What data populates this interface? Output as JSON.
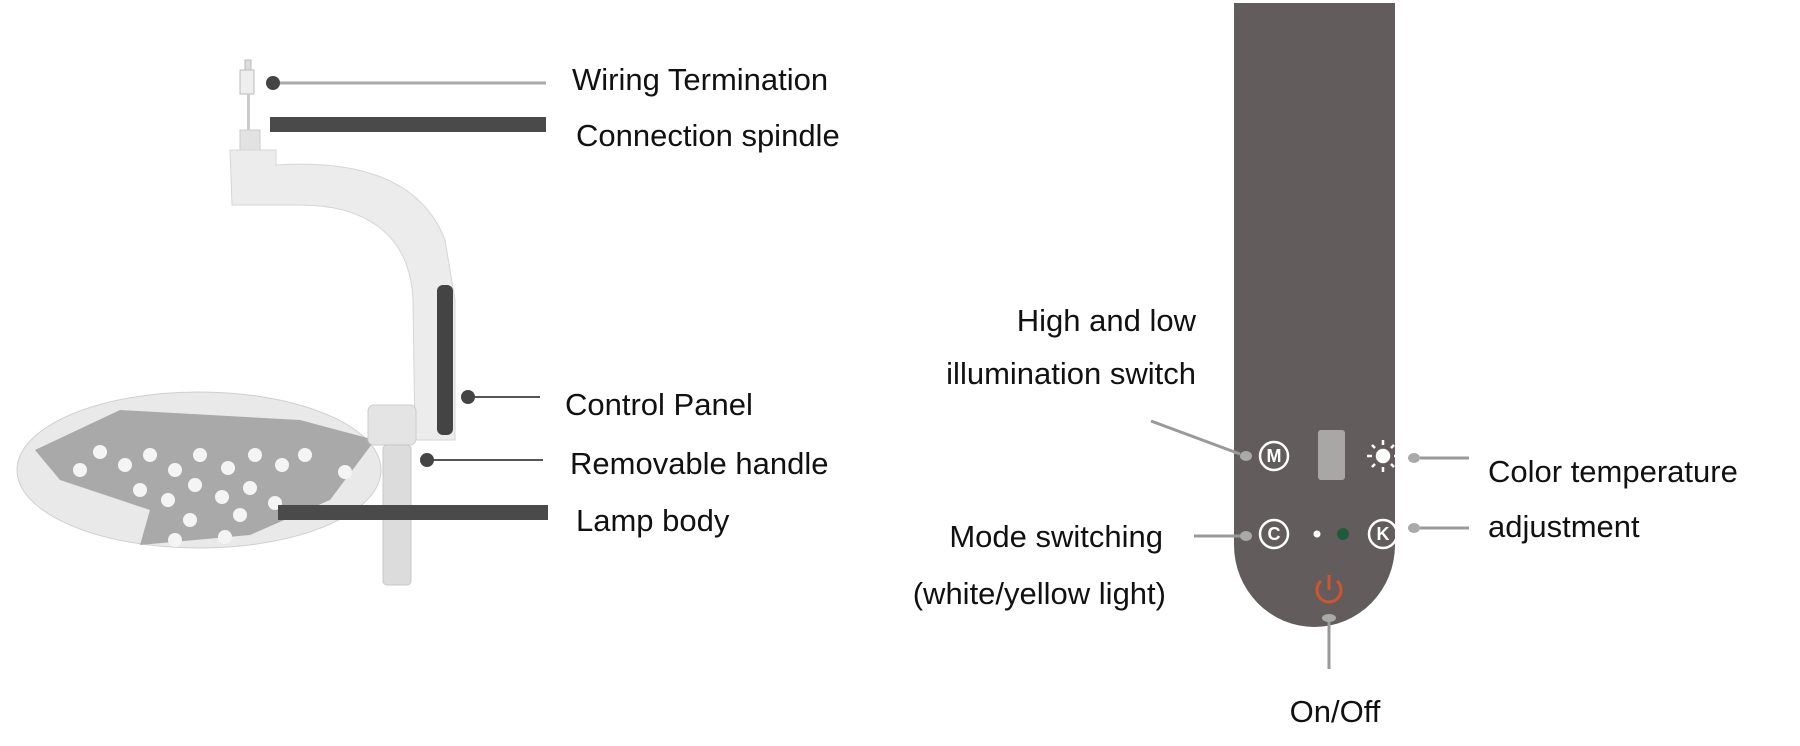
{
  "lamp_labels": {
    "wiring_termination": "Wiring Termination",
    "connection_spindle": "Connection spindle",
    "control_panel": "Control Panel",
    "removable_handle": "Removable handle",
    "lamp_body": "Lamp body"
  },
  "panel_labels": {
    "illumination_line1": "High and low",
    "illumination_line2": "illumination switch",
    "mode_line1": "Mode switching",
    "mode_line2": "(white/yellow light)",
    "color_line1": "Color temperature",
    "color_line2": "adjustment",
    "on_off": "On/Off"
  },
  "panel_buttons": {
    "mode_button": "M",
    "color_mode_button": "C",
    "kelvin_button": "K"
  },
  "colors": {
    "panel": "#625d5c",
    "power": "#d2532e",
    "indicator_green": "#1f5a3a"
  }
}
